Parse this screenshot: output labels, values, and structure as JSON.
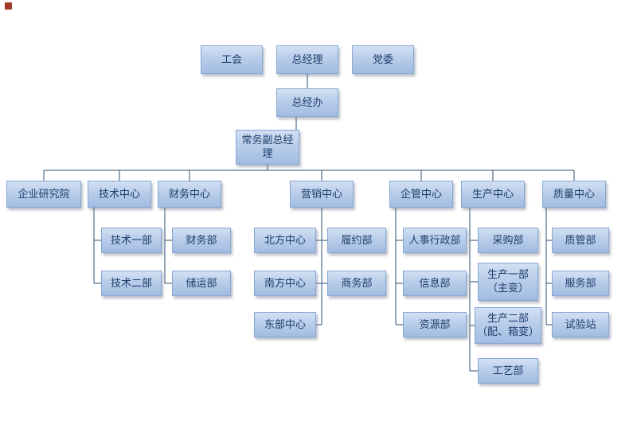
{
  "diagram": {
    "type": "org-chart",
    "colors": {
      "node_fill_top": "#d2e0f3",
      "node_fill_bottom": "#a2bce1",
      "node_border": "#88a7d4",
      "node_text": "#1d3e6b",
      "connector": "#2a5176",
      "background": "#ffffff",
      "corner_artifact": "#a23a2e"
    },
    "nodes": {
      "union": "工会",
      "general_manager": "总经理",
      "party_committee": "党委",
      "gm_office": "总经办",
      "deputy_gm": "常务副总经理",
      "research_institute": "企业研究院",
      "tech_center": "技术中心",
      "finance_center": "财务中心",
      "marketing_center": "营销中心",
      "mgmt_center": "企管中心",
      "production_center": "生产中心",
      "quality_center": "质量中心",
      "tech_dept1": "技术一部",
      "tech_dept2": "技术二部",
      "finance_dept": "财务部",
      "storage_dept": "储运部",
      "north_center": "北方中心",
      "south_center": "南方中心",
      "east_center": "东部中心",
      "contract_dept": "履约部",
      "commerce_dept": "商务部",
      "hr_admin_dept": "人事行政部",
      "info_dept": "信息部",
      "resource_dept": "资源部",
      "purchasing_dept": "采购部",
      "production_dept1": "生产一部（主变）",
      "production_dept2": "生产二部（配、箱变）",
      "process_dept": "工艺部",
      "quality_mgmt_dept": "质管部",
      "service_dept": "服务部",
      "test_station": "试验站"
    },
    "standalone_top_nodes": [
      "union",
      "party_committee"
    ],
    "hierarchy": {
      "general_manager": [
        "gm_office"
      ],
      "gm_office": [
        "deputy_gm"
      ],
      "deputy_gm": [
        "research_institute",
        "tech_center",
        "finance_center",
        "marketing_center",
        "mgmt_center",
        "production_center",
        "quality_center"
      ],
      "tech_center": [
        "tech_dept1",
        "tech_dept2"
      ],
      "finance_center": [
        "finance_dept",
        "storage_dept"
      ],
      "marketing_center": [
        "north_center",
        "contract_dept",
        "south_center",
        "commerce_dept",
        "east_center"
      ],
      "mgmt_center": [
        "hr_admin_dept",
        "info_dept",
        "resource_dept"
      ],
      "production_center": [
        "purchasing_dept",
        "production_dept1",
        "production_dept2",
        "process_dept"
      ],
      "quality_center": [
        "quality_mgmt_dept",
        "service_dept",
        "test_station"
      ]
    }
  }
}
